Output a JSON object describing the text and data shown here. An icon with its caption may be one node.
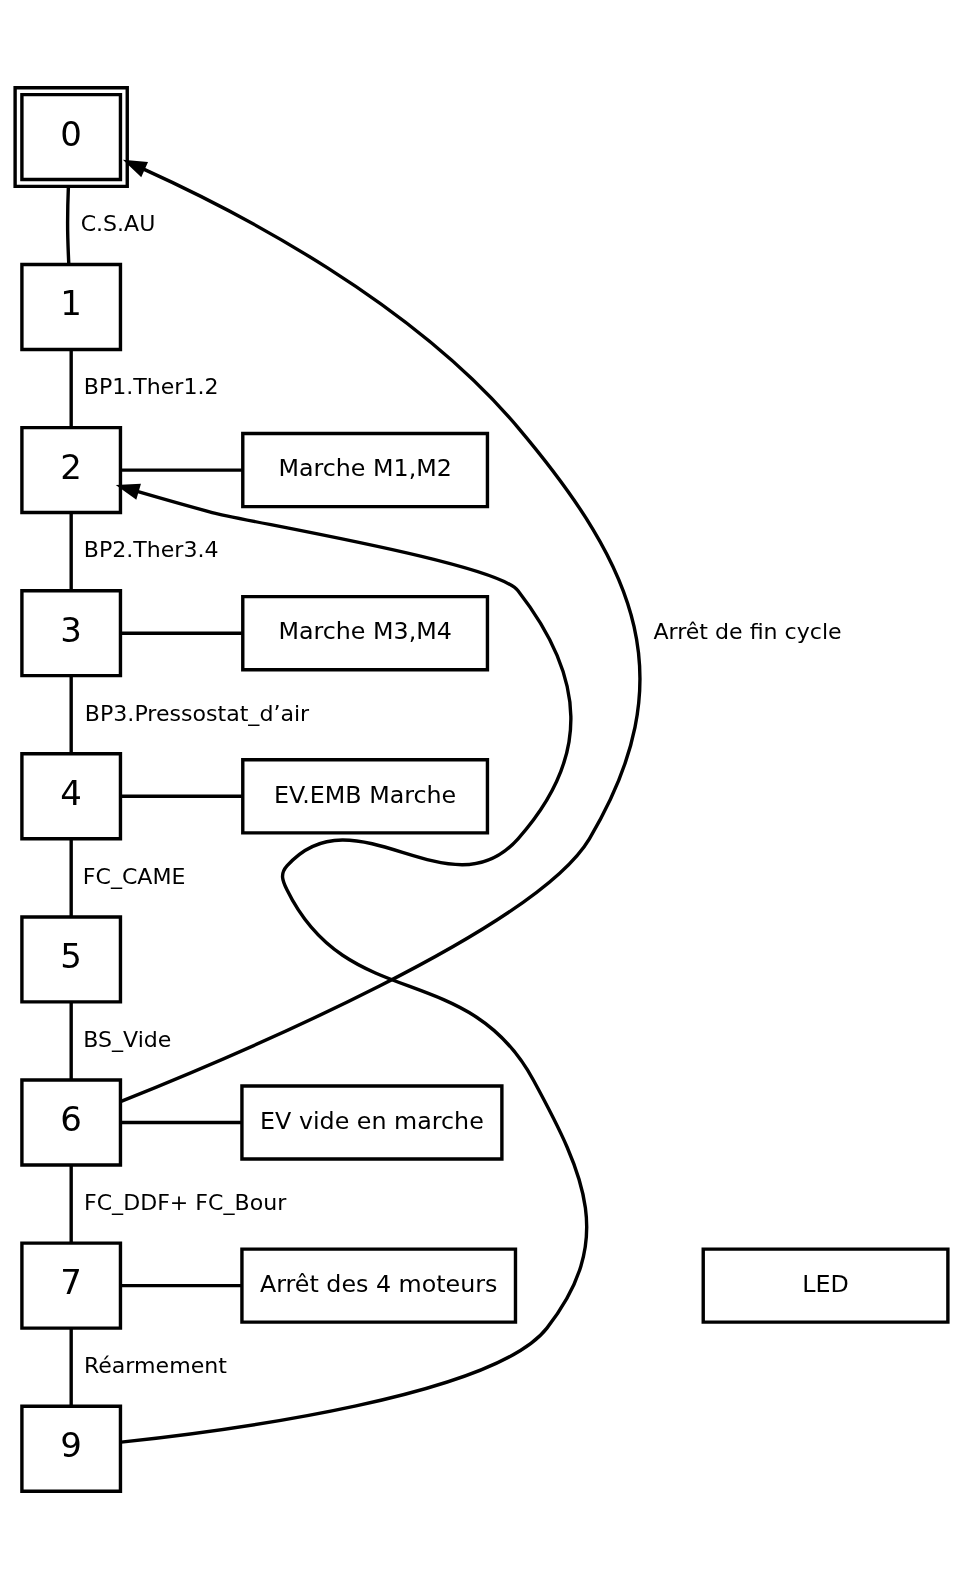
{
  "diagram": {
    "nodes": [
      {
        "text": [
          "0"
        ]
      },
      {
        "text": [
          "1"
        ]
      },
      {
        "text": [
          "2"
        ]
      },
      {
        "text": [
          "Marche M1,M2"
        ]
      },
      {
        "text": [
          "3"
        ]
      },
      {
        "text": [
          "Marche M3,M4"
        ]
      },
      {
        "text": [
          "4"
        ]
      },
      {
        "text": [
          "EV.EMB Marche"
        ]
      },
      {
        "text": [
          "5"
        ]
      },
      {
        "text": [
          "6"
        ]
      },
      {
        "text": [
          "EV vide en marche"
        ]
      },
      {
        "text": [
          "7"
        ]
      },
      {
        "text": [
          "Arrêt des 4 moteurs"
        ]
      },
      {
        "text": [
          "LED"
        ]
      },
      {
        "text": [
          "9"
        ]
      }
    ],
    "edges": [
      {
        "from": 0,
        "to": 1,
        "arrow": "none",
        "label": "C.S.AU"
      },
      {
        "from": 1,
        "to": 2,
        "arrow": "none",
        "label": "BP1.Ther1.2"
      },
      {
        "from": 2,
        "to": 3,
        "arrow": "none"
      },
      {
        "from": 2,
        "to": 4,
        "arrow": "none",
        "label": "BP2.Ther3.4"
      },
      {
        "from": 4,
        "to": 5,
        "arrow": "none"
      },
      {
        "from": 4,
        "to": 6,
        "arrow": "none",
        "label": "BP3.Pressostat_d’air"
      },
      {
        "from": 6,
        "to": 7,
        "arrow": "none"
      },
      {
        "from": 6,
        "to": 8,
        "arrow": "none",
        "label": "FC_CAME"
      },
      {
        "from": 8,
        "to": 9,
        "arrow": "none",
        "label": "BS_Vide"
      },
      {
        "from": 9,
        "to": 10,
        "arrow": "none"
      },
      {
        "from": 9,
        "to": 11,
        "arrow": "none",
        "label": "FC_DDF+ FC_Bour"
      },
      {
        "from": 11,
        "to": 12,
        "arrow": "none"
      },
      {
        "from": 11,
        "to": 14,
        "arrow": "none",
        "label": "Réarmement"
      },
      {
        "from": 14,
        "to": 2,
        "arrow": "to"
      },
      {
        "from": 9,
        "to": 0,
        "arrow": "to",
        "label": "Arrêt de fin cycle"
      }
    ]
  }
}
